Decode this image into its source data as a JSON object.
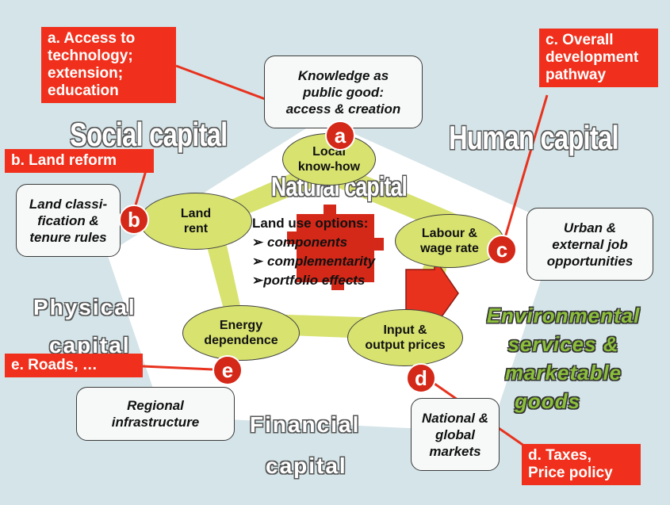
{
  "capitals": {
    "social": "Social capital",
    "human": "Human capital",
    "natural": "Natural capital",
    "physical_line1": "Physical",
    "physical_line2": "capital",
    "financial_line1": "Financial",
    "financial_line2": "capital"
  },
  "ovals": {
    "local": [
      "Local",
      "know-how"
    ],
    "land_rent": [
      "Land",
      "rent"
    ],
    "labour": [
      "Labour &",
      "wage rate"
    ],
    "energy": [
      "Energy",
      "dependence"
    ],
    "input": [
      "Input &",
      "output prices"
    ]
  },
  "land_use": {
    "title": "Land use options:",
    "items": [
      "components",
      "complementarity",
      "portfolio effects"
    ],
    "bullet": "➢"
  },
  "outer_boxes": {
    "knowledge": [
      "Knowledge as",
      "public good:",
      "access & creation"
    ],
    "land_class": [
      "Land classi-",
      "fication &",
      "tenure rules"
    ],
    "urban": [
      "Urban &",
      "external job",
      "opportunities"
    ],
    "regional": [
      "Regional",
      "infrastructure"
    ],
    "national": [
      "National &",
      "global",
      "markets"
    ]
  },
  "red_labels": {
    "a": [
      "a. Access to",
      "technology;",
      "extension;",
      "education"
    ],
    "b": "b. Land reform",
    "c": [
      "c. Overall",
      "development",
      "pathway"
    ],
    "d": [
      "d. Taxes,",
      "Price policy"
    ],
    "e": "e. Roads, …"
  },
  "badges": {
    "a": "a",
    "b": "b",
    "c": "c",
    "d": "d",
    "e": "e"
  },
  "environmental": [
    "Environmental",
    "services &",
    "marketable",
    "goods"
  ],
  "colors": {
    "background": "#d4e4e8",
    "pentagon": "#ffffff",
    "ring": "#d7e26f",
    "oval": "#d7e26f",
    "red": "#f0301c",
    "badge": "#d42818",
    "env_text": "#8cbf3a"
  }
}
